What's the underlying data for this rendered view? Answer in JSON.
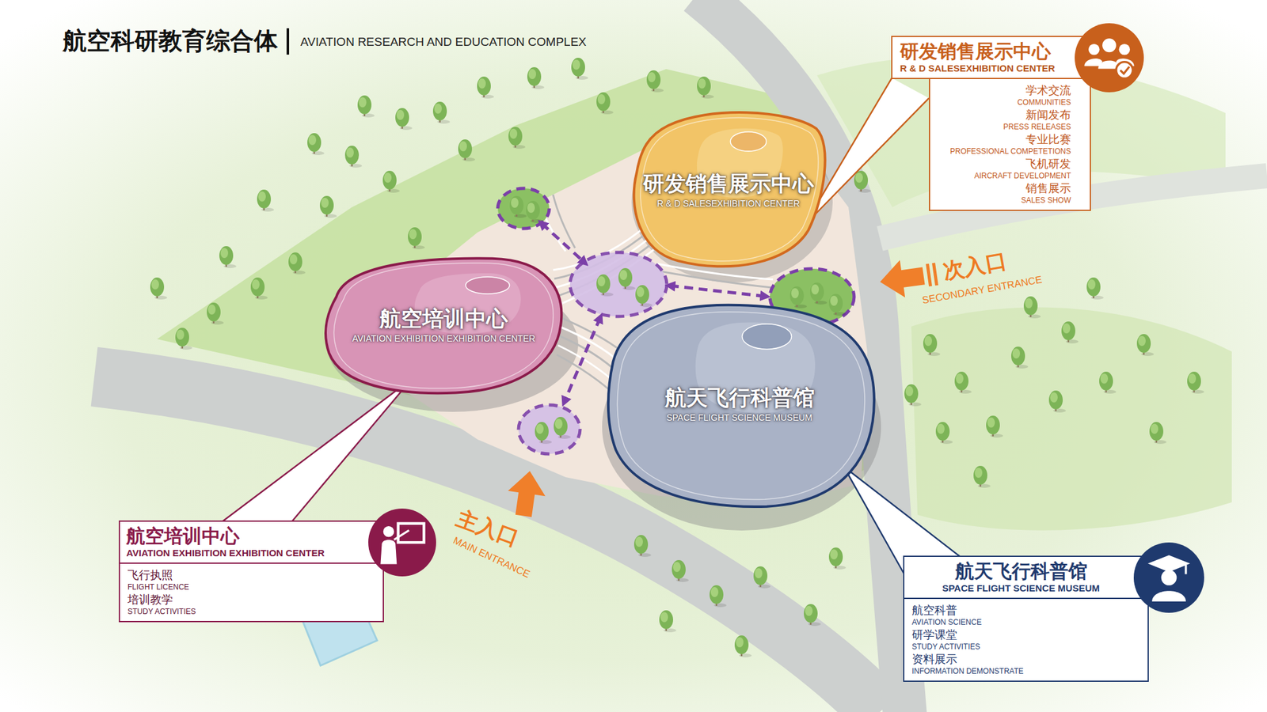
{
  "diagram": {
    "title": "航空科研教育综合体",
    "nodes": [
      {
        "text": [
          "研发销售展示中心",
          "R & D SALESEXHIBITION CENTER",
          "学术交流",
          "COMMUNITIES",
          "新闻发布",
          "PRESS RELEASES",
          "专业比赛",
          "PROFESSIONAL COMPETETIONS",
          "飞机研发",
          "AIRCRAFT DEVELOPMENT",
          "销售展示",
          "SALES SHOW"
        ]
      },
      {
        "text": [
          "研发销售展示中心",
          "R & D SALESEXHIBITION CENTER"
        ]
      },
      {
        "text": [
          "航空培训中心",
          "AVIATION EXHIBITION EXHIBITION CENTER"
        ]
      },
      {
        "text": [
          "航天飞行科普馆",
          "SPACE FLIGHT SCIENCE MUSEUM"
        ]
      },
      {
        "text": [
          "航空培训中心",
          "AVIATION EXHIBITION EXHIBITION CENTER",
          "飞行执照",
          "FLIGHT LICENCE",
          "培训教学",
          "STUDY ACTIVITIES"
        ]
      },
      {
        "text": [
          "航天飞行科普馆",
          "SPACE FLIGHT SCIENCE MUSEUM",
          "航空科普",
          "AVIATION SCIENCE",
          "研学课堂",
          "STUDY ACTIVITIES",
          "资料展示",
          "INFORMATION DEMONSTRATE"
        ]
      }
    ],
    "edges": [
      {
        "from": 0,
        "to": 1,
        "arrow": "none"
      },
      {
        "from": 4,
        "to": 2,
        "arrow": "none"
      },
      {
        "from": 5,
        "to": 3,
        "arrow": "none"
      }
    ],
    "labels": [
      "AVIATION RESEARCH AND EDUCATION COMPLEX",
      "次入口",
      "SECONDARY ENTRANCE",
      "主入口",
      "MAIN ENTRANCE"
    ]
  }
}
